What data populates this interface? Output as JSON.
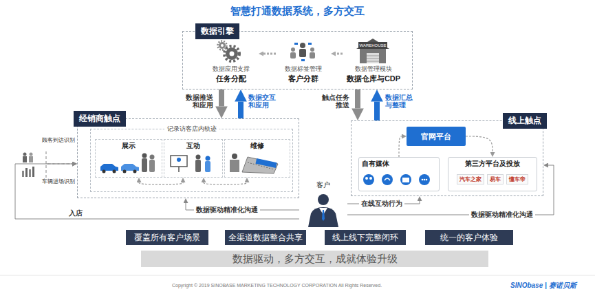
{
  "diagram": {
    "title": "智慧打通数据系统，多方交互",
    "nodes": [
      {
        "text": [
          "数据引擎"
        ]
      },
      {
        "text": [
          "数据应用支撑",
          "任务分配"
        ],
        "in": 0
      },
      {
        "text": [
          "数据标签管理",
          "客户分群"
        ],
        "in": 0
      },
      {
        "text": [
          "数据管理模块",
          "数据仓库与CDP"
        ],
        "in": 0
      },
      {
        "text": [
          "经销商触点"
        ]
      },
      {
        "text": [
          "记录访客店内轨迹"
        ],
        "in": 4
      },
      {
        "text": [
          "展示"
        ],
        "in": 5
      },
      {
        "text": [
          "互动"
        ],
        "in": 5
      },
      {
        "text": [
          "维修"
        ],
        "in": 5
      },
      {
        "text": [
          "线上触点"
        ]
      },
      {
        "text": [
          "官网平台"
        ],
        "in": 9
      },
      {
        "text": [
          "自有媒体"
        ],
        "in": 9
      },
      {
        "text": [
          "第三方平台及投放",
          "汽车之家",
          "易车",
          "懂车帝"
        ],
        "in": 9
      },
      {
        "text": [
          "客户"
        ]
      },
      {
        "text": [
          "顾客到达识别"
        ]
      },
      {
        "text": [
          "车辆进场识别"
        ]
      },
      {
        "text": [
          "覆盖所有客户场景"
        ]
      },
      {
        "text": [
          "全渠道数据整合共享"
        ]
      },
      {
        "text": [
          "线上线下完整闭环"
        ]
      },
      {
        "text": [
          "统一的客户体验"
        ]
      },
      {
        "text": [
          "数据驱动，多方交互，成就体验升级"
        ]
      }
    ],
    "edges": [
      {
        "from": 3,
        "to": 2,
        "arrow": "to"
      },
      {
        "from": 2,
        "to": 1,
        "arrow": "to"
      },
      {
        "from": 0,
        "to": 4,
        "label": "数据推送和应用",
        "arrow": "to"
      },
      {
        "from": 4,
        "to": 0,
        "label": "数据交互和应用",
        "arrow": "to"
      },
      {
        "from": 0,
        "to": 9,
        "label": "触点任务推送",
        "arrow": "to"
      },
      {
        "from": 9,
        "to": 0,
        "label": "数据汇总与整理",
        "arrow": "to"
      },
      {
        "from": 14,
        "to": 4,
        "arrow": "to"
      },
      {
        "from": 15,
        "to": 4,
        "arrow": "to"
      },
      {
        "from": 6,
        "to": 7,
        "arrow": "both"
      },
      {
        "from": 7,
        "to": 8,
        "arrow": "both"
      },
      {
        "from": 11,
        "to": 10,
        "arrow": "to"
      },
      {
        "from": 10,
        "to": 12,
        "arrow": "to"
      },
      {
        "from": 13,
        "to": 4,
        "label": "数据驱动精准化沟通",
        "arrow": "to"
      },
      {
        "from": 13,
        "to": 4,
        "label": "入店",
        "arrow": "to"
      },
      {
        "from": 13,
        "to": 9,
        "label": "在线互动行为",
        "arrow": "to"
      },
      {
        "from": 13,
        "to": 9,
        "label": "数据驱动精准化沟通",
        "arrow": "to"
      }
    ],
    "labels": [
      "Copyright © 2019 SINOBASE MARKETING TECHNOLOGY CORPORATION All Rights Reserved.",
      "SINObase | 赛诺贝斯",
      "WAREHOUSE"
    ]
  }
}
